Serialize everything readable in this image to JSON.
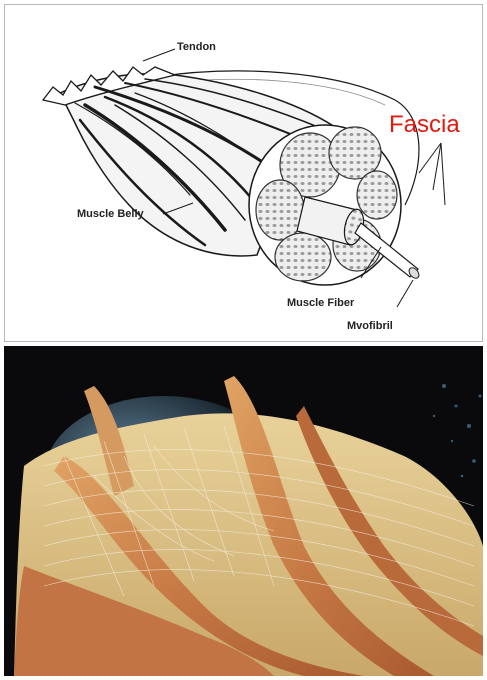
{
  "diagram": {
    "labels": {
      "tendon": "Tendon",
      "fascia": "Fascia",
      "muscle_belly": "Muscle Belly",
      "muscle_fiber": "Muscle Fiber",
      "myofibril": "Mvofibril"
    },
    "colors": {
      "fascia_label": "#e11b0e",
      "line_art": "#1a1a1a"
    }
  },
  "photo": {
    "subject": "dissected muscle with fascia"
  }
}
